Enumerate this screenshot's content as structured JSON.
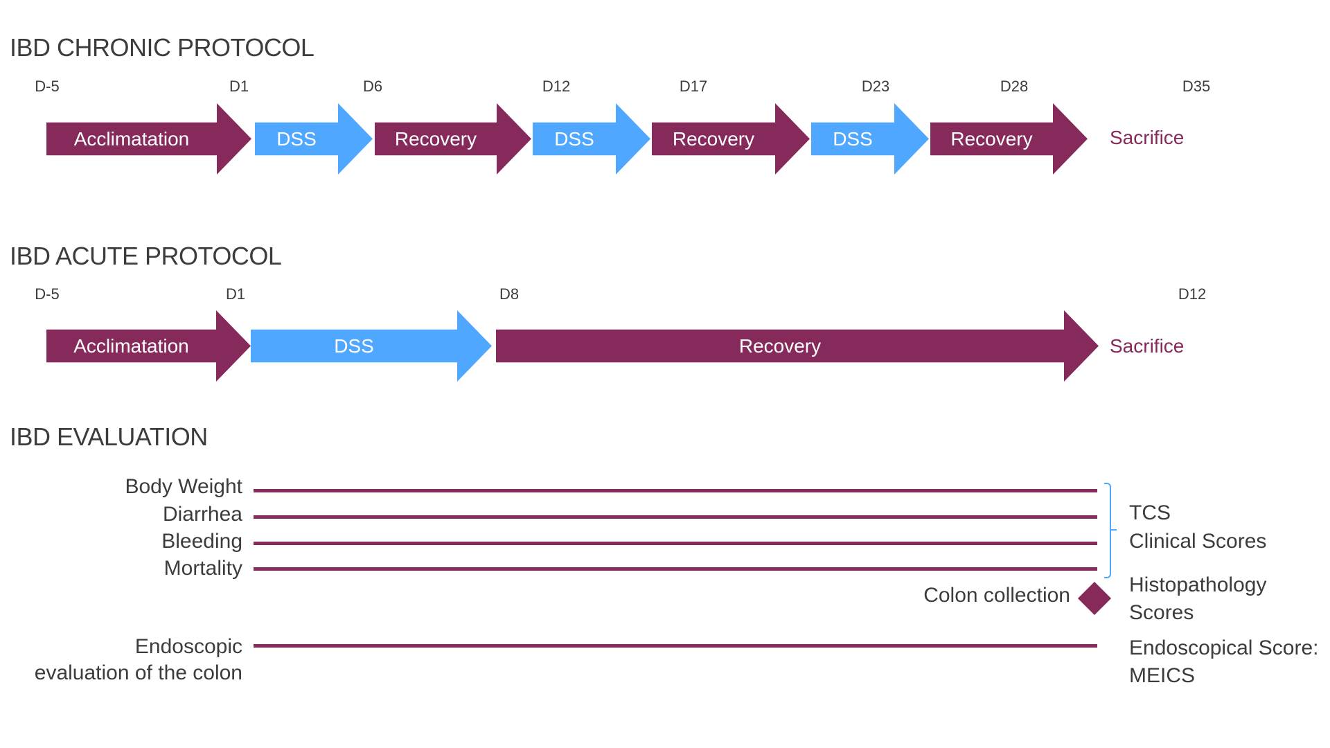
{
  "chronic": {
    "title": "IBD CHRONIC PROTOCOL",
    "days": [
      "D-5",
      "D1",
      "D6",
      "D12",
      "D17",
      "D23",
      "D28",
      "D35"
    ],
    "phases": [
      "Acclimatation",
      "DSS",
      "Recovery",
      "DSS",
      "Recovery",
      "DSS",
      "Recovery"
    ],
    "end_label": "Sacrifice"
  },
  "acute": {
    "title": "IBD ACUTE PROTOCOL",
    "days": [
      "D-5",
      "D1",
      "D8",
      "D12"
    ],
    "phases": [
      "Acclimatation",
      "DSS",
      "Recovery"
    ],
    "end_label": "Sacrifice"
  },
  "evaluation": {
    "title": "IBD EVALUATION",
    "clinical_items": [
      "Body Weight",
      "Diarrhea",
      "Bleeding",
      "Mortality"
    ],
    "tcs_label": "TCS",
    "clinical_scores_label": "Clinical Scores",
    "colon_collection_label": "Colon collection",
    "histo_line1": "Histopathology",
    "histo_line2": "Scores",
    "endo_label_line1": "Endoscopic",
    "endo_label_line2": "evaluation of the colon",
    "endo_score_line1": "Endoscopical Score:",
    "endo_score_line2": "MEICS"
  },
  "colors": {
    "phase_purple": "#862a5c",
    "phase_blue": "#4fa7ff",
    "bracket_blue": "#4fa7ff",
    "text_gray": "#3c3c3c"
  }
}
